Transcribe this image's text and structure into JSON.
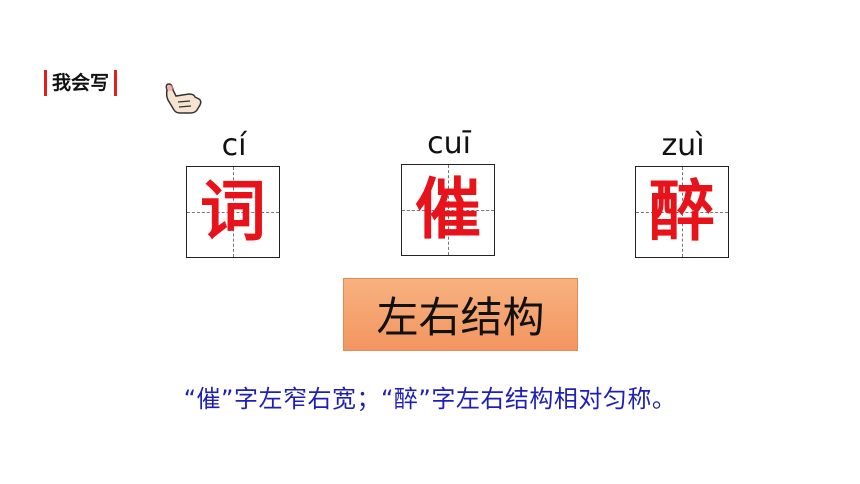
{
  "section": {
    "title": "我会写",
    "icon": "pointing-hand-icon"
  },
  "characters": [
    {
      "pinyin": "cí",
      "hanzi": "词"
    },
    {
      "pinyin": "cuī",
      "hanzi": "催"
    },
    {
      "pinyin": "zuì",
      "hanzi": "醉"
    }
  ],
  "structure_label": "左右结构",
  "note": "“催”字左窄右宽；“醉”字左右结构相对匀称。",
  "colors": {
    "hanzi": "#e8121b",
    "tag_bar": "#e02020",
    "note": "#1f1fb3",
    "label_bg": "#f5a36f"
  }
}
